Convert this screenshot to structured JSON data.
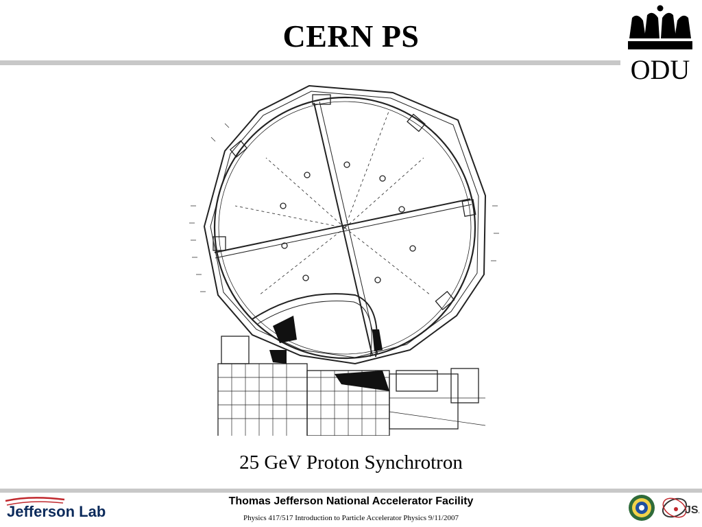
{
  "slide": {
    "title": "CERN PS",
    "caption": "25 GeV Proton Synchrotron"
  },
  "footer": {
    "facility": "Thomas Jefferson National Accelerator Facility",
    "note": "Physics 417/517 Introduction to Particle Accelerator Physics  9/11/2007",
    "jlab_logo_text": "Jefferson Lab"
  },
  "logos": {
    "odu": "ODU",
    "jsa": "JSA"
  },
  "colors": {
    "rule": "#c8c8c8",
    "jlab_navy": "#0b2a5b",
    "jlab_red": "#c0282d",
    "jsa_red": "#c0282d"
  }
}
